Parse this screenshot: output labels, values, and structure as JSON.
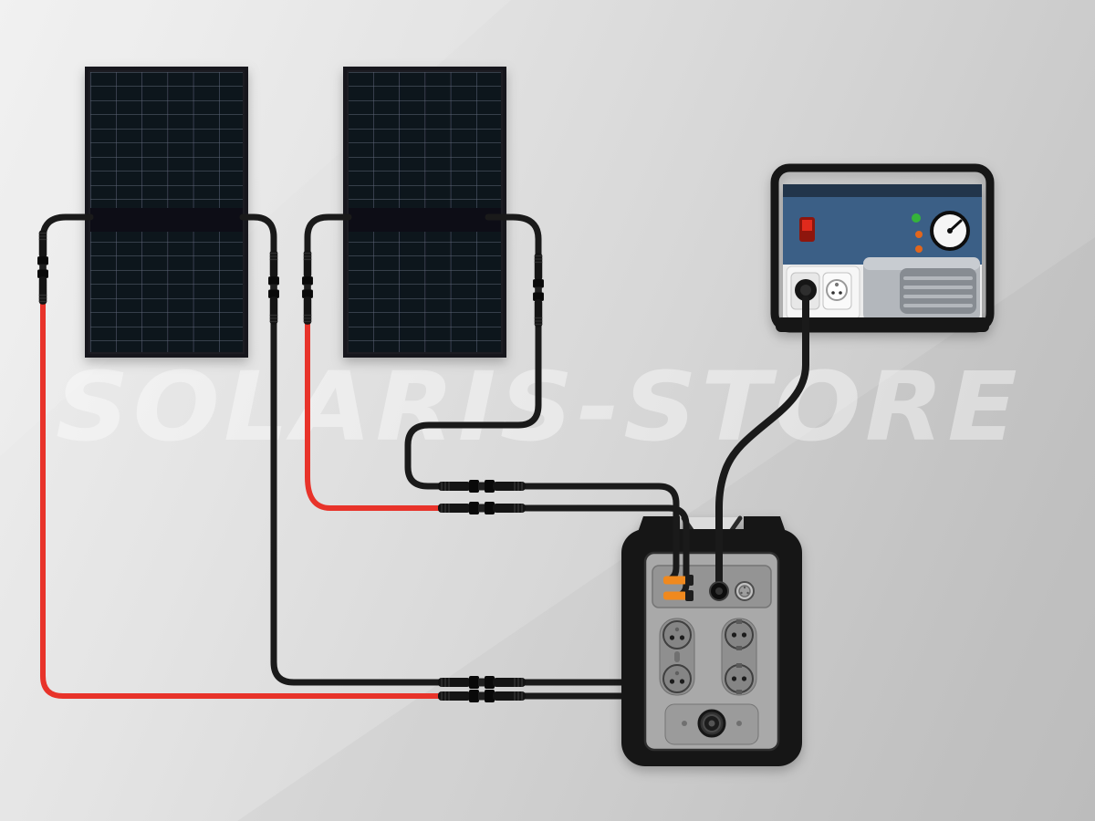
{
  "watermark": {
    "text": "SOLARIS-STORE"
  },
  "colors": {
    "watermark": "#ffffff",
    "cable_black": "#1a1a1a",
    "cable_red": "#e8332a",
    "mc4_orange": "#f0891e",
    "panel_cell": "#10141f",
    "panel_grid": "#5f6878",
    "panel_frame": "#1c1f24",
    "generator_blue": "#3a5f86",
    "generator_navy": "#22364c",
    "generator_engine_gray": "#b3b7bc",
    "led_green": "#35b43a",
    "led_orange": "#e2661f",
    "switch_red": "#e02a1f",
    "station_body": "#181818",
    "station_panel": "#a9a9a9",
    "background": "#d9d9d9"
  },
  "components": {
    "solar_panel_left": "solar-panel",
    "solar_panel_right": "solar-panel",
    "generator": "backup-generator",
    "power_station": "portable-power-station",
    "connector": "mc4-connector-pair"
  }
}
